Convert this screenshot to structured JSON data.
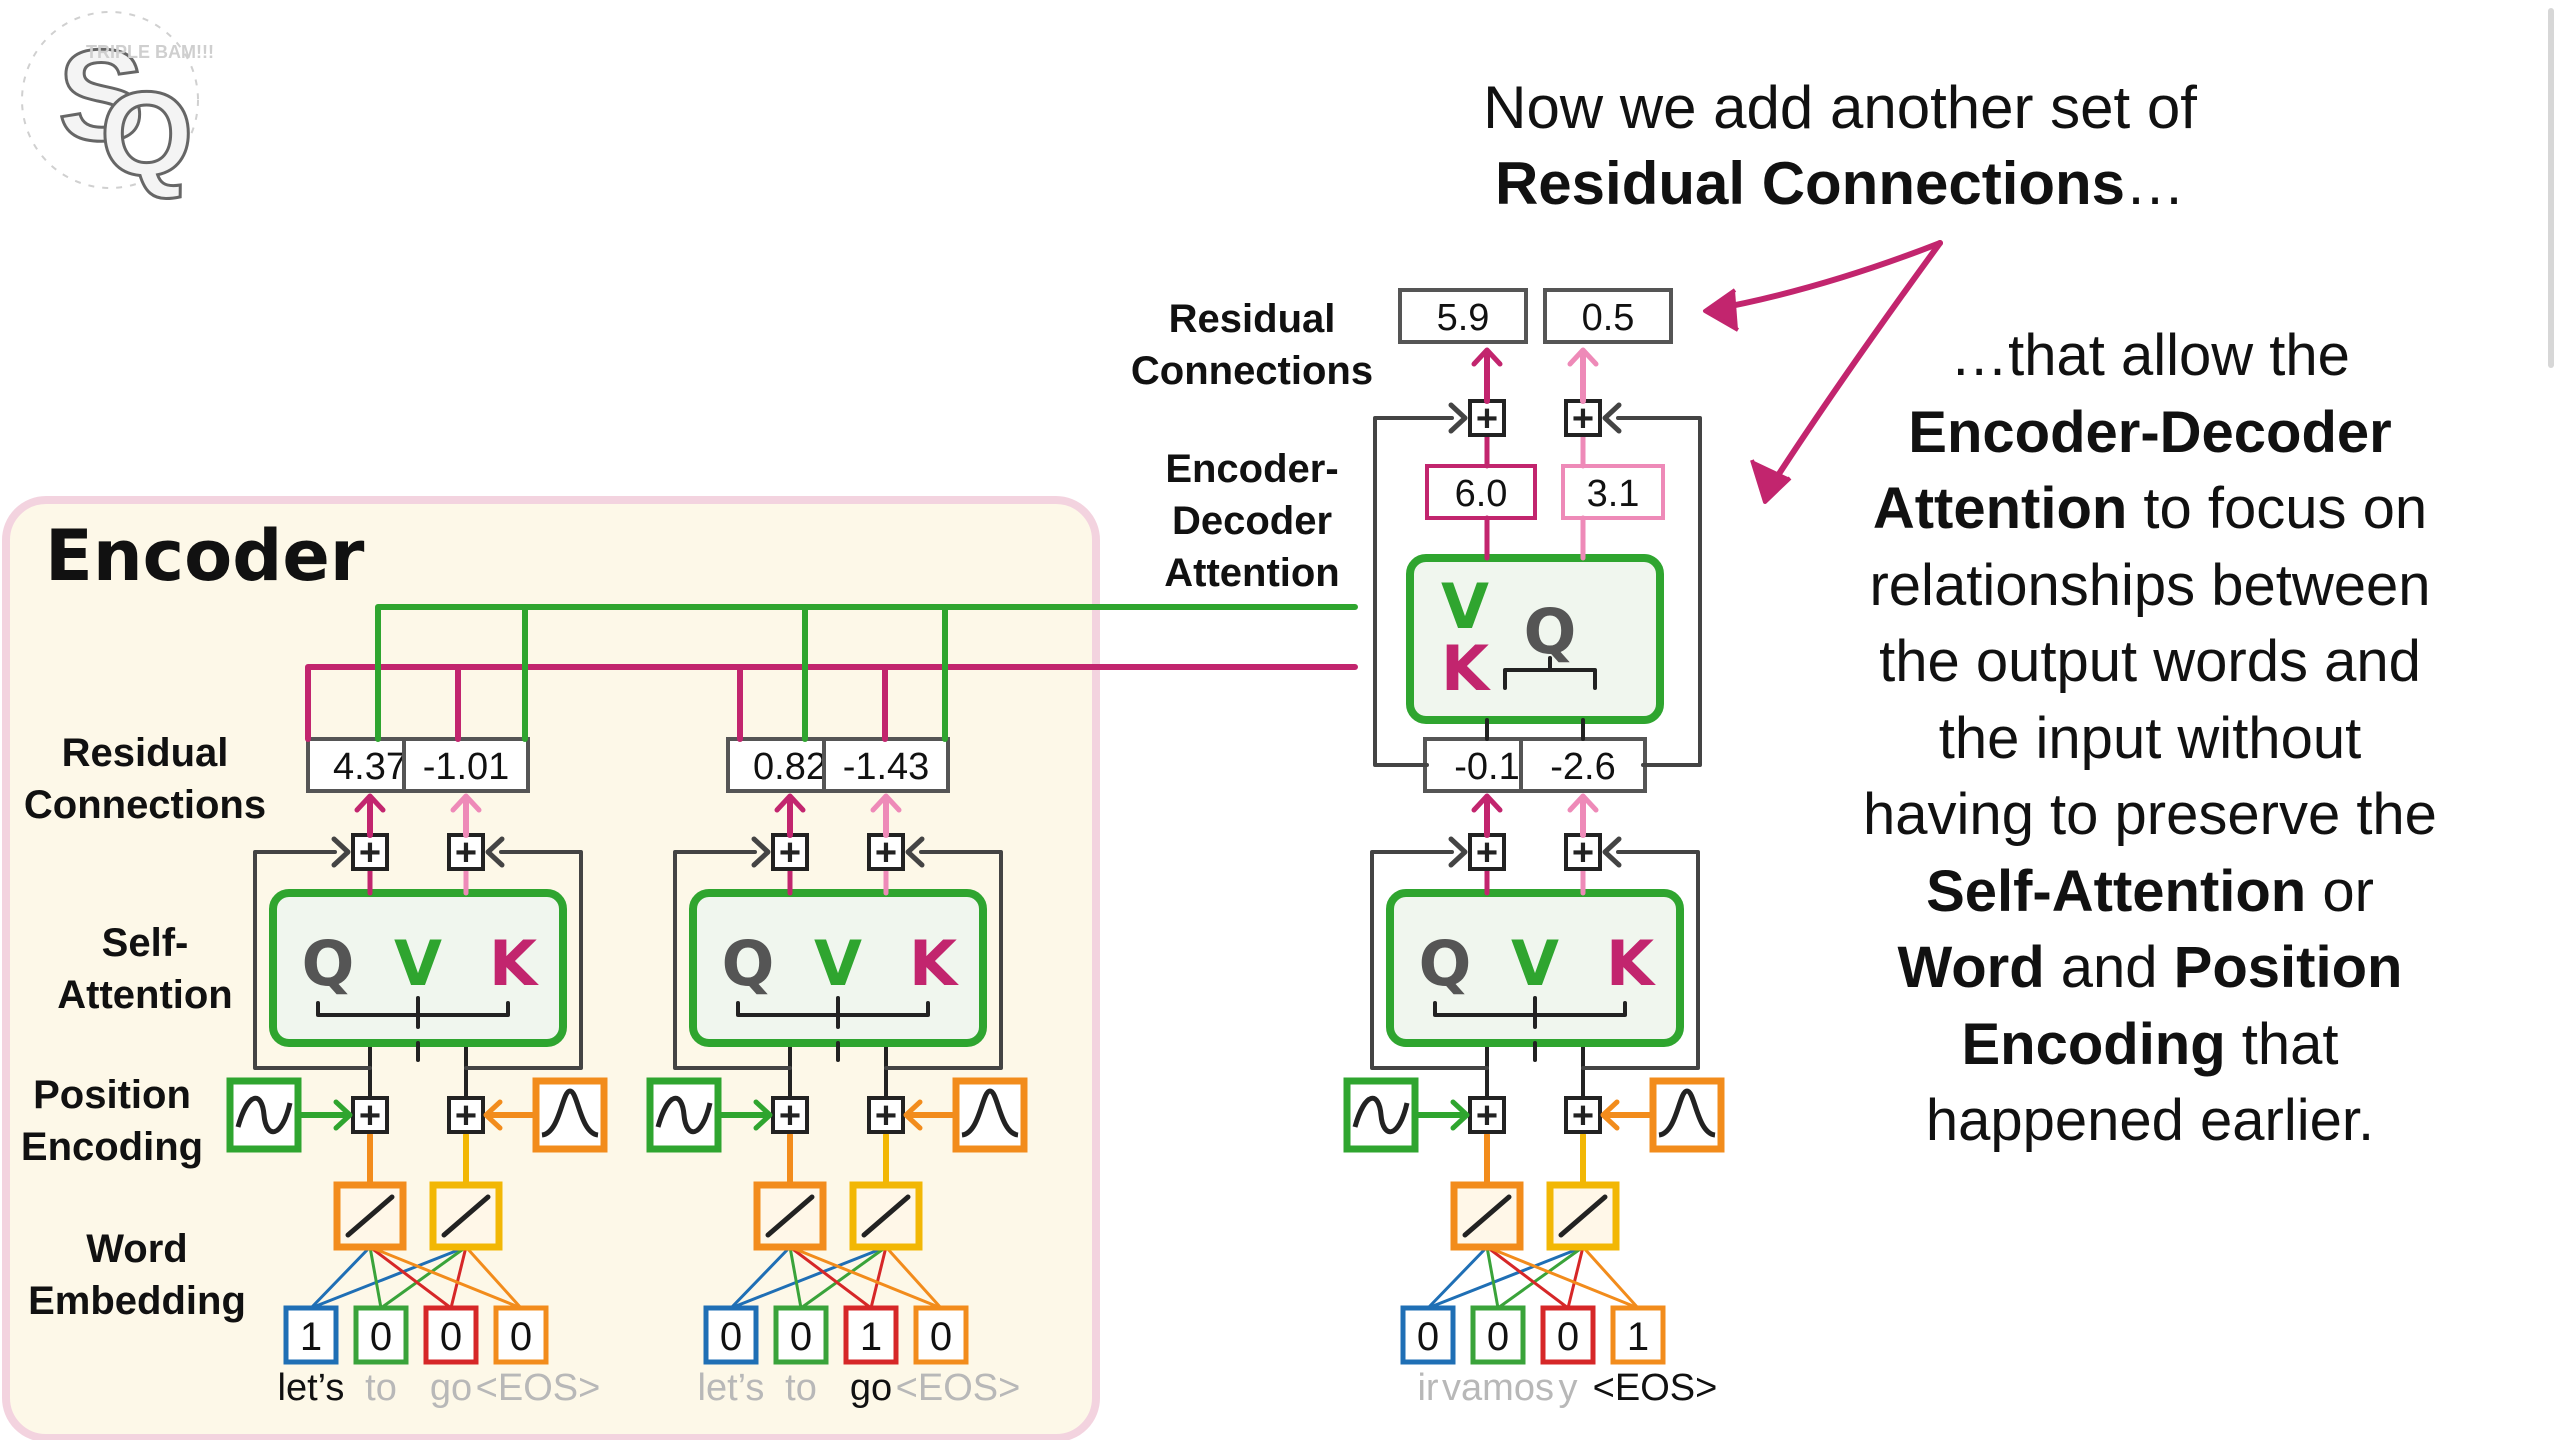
{
  "logo": {
    "initials": "SQ",
    "small_text": "TRIPLE BAM!!!"
  },
  "caption_top": {
    "line1": "Now we add another set of",
    "line2_bold": "Residual Connections",
    "line2_tail": "…"
  },
  "caption_right": {
    "lines": [
      [
        {
          "t": "…that allow the",
          "b": false
        }
      ],
      [
        {
          "t": "Encoder-Decoder",
          "b": true
        }
      ],
      [
        {
          "t": "Attention",
          "b": true
        },
        {
          "t": " to focus on",
          "b": false
        }
      ],
      [
        {
          "t": "relationships between",
          "b": false
        }
      ],
      [
        {
          "t": "the output words and",
          "b": false
        }
      ],
      [
        {
          "t": "the input without",
          "b": false
        }
      ],
      [
        {
          "t": "having to preserve the",
          "b": false
        }
      ],
      [
        {
          "t": "Self-Attention",
          "b": true
        },
        {
          "t": " or",
          "b": false
        }
      ],
      [
        {
          "t": "Word",
          "b": true
        },
        {
          "t": " and ",
          "b": false
        },
        {
          "t": "Position",
          "b": true
        }
      ],
      [
        {
          "t": "Encoding",
          "b": true
        },
        {
          "t": " that",
          "b": false
        }
      ],
      [
        {
          "t": "happened earlier.",
          "b": false
        }
      ]
    ]
  },
  "encoder": {
    "title": "Encoder"
  },
  "row_labels": {
    "residual": [
      "Residual",
      "Connections"
    ],
    "self_attention": [
      "Self-",
      "Attention"
    ],
    "position": [
      "Position",
      "Encoding"
    ],
    "word": [
      "Word",
      "Embedding"
    ],
    "decoder_residual": [
      "Residual",
      "Connections"
    ],
    "enc_dec_attention": [
      "Encoder-",
      "Decoder",
      "Attention"
    ]
  },
  "attention_letters": {
    "q": "Q",
    "v": "V",
    "k": "K"
  },
  "plus_symbol": "+",
  "columns": [
    {
      "id": "enc1",
      "one_hot": [
        "1",
        "0",
        "0",
        "0"
      ],
      "one_hot_colors": [
        "#1f6fb5",
        "#3aa33a",
        "#d62728",
        "#f28c1c"
      ],
      "tokens": [
        {
          "text": "let’s",
          "active": true
        },
        {
          "text": "to",
          "active": false
        },
        {
          "text": "go",
          "active": false
        },
        {
          "text": "<EOS>",
          "active": false
        }
      ],
      "residuals": [
        "4.37",
        "-1.01"
      ]
    },
    {
      "id": "enc2",
      "one_hot": [
        "0",
        "0",
        "1",
        "0"
      ],
      "one_hot_colors": [
        "#1f6fb5",
        "#3aa33a",
        "#d62728",
        "#f28c1c"
      ],
      "tokens": [
        {
          "text": "let’s",
          "active": false
        },
        {
          "text": "to",
          "active": false
        },
        {
          "text": "go",
          "active": true
        },
        {
          "text": "<EOS>",
          "active": false
        }
      ],
      "residuals": [
        "0.82",
        "-1.43"
      ]
    },
    {
      "id": "dec",
      "one_hot": [
        "0",
        "0",
        "0",
        "1"
      ],
      "one_hot_colors": [
        "#1f6fb5",
        "#3aa33a",
        "#d62728",
        "#f28c1c"
      ],
      "tokens": [
        {
          "text": "ir",
          "active": false
        },
        {
          "text": "vamos",
          "active": false
        },
        {
          "text": "y",
          "active": false
        },
        {
          "text": "<EOS>",
          "active": true
        }
      ],
      "residuals": [
        "-0.1",
        "-2.6"
      ]
    }
  ],
  "decoder_top": {
    "enc_dec_values": [
      "6.0",
      "3.1"
    ],
    "residual_values": [
      "5.9",
      "0.5"
    ]
  },
  "colors": {
    "magenta": "#c2256e",
    "pink": "#ee8ab8",
    "green": "#2fa52f",
    "orange": "#f28c1c",
    "yellow": "#f2b705",
    "box_gray": "#555555",
    "encoder_bg": "#fdf8e8",
    "encoder_border": "#f3d3df",
    "inactive_text": "#b8b8b8"
  }
}
